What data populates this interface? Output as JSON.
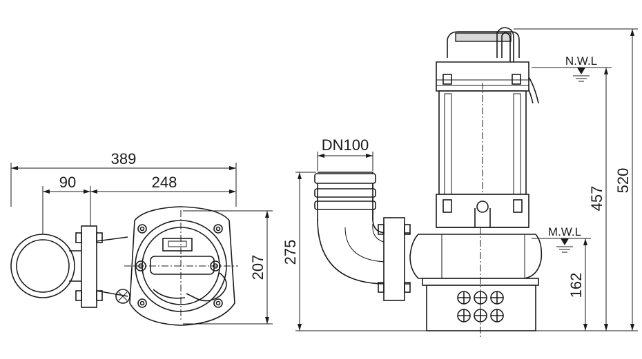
{
  "dimensions": {
    "overall_width": "389",
    "outlet_offset": "90",
    "body_width": "248",
    "body_depth": "207",
    "outlet_height": "275",
    "nwl_height": "457",
    "overall_height": "520",
    "mwl_height": "162"
  },
  "outlet_size": "DN100",
  "water_levels": {
    "normal": "N.W.L",
    "minimum": "M.W.L"
  }
}
